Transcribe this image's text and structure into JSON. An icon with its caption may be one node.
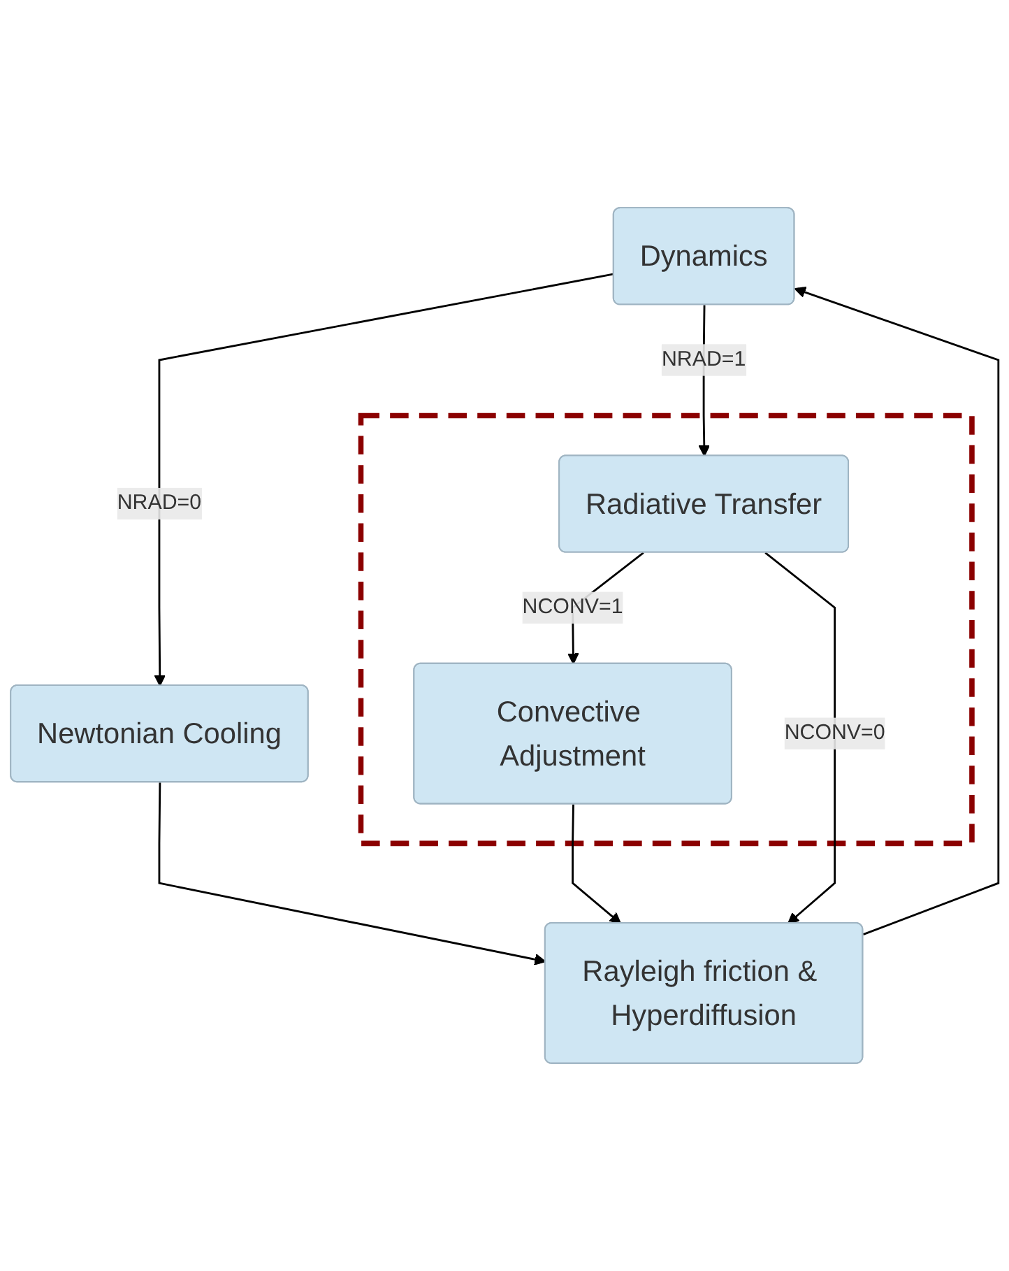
{
  "diagram": {
    "nodes": [
      {
        "text": [
          "Dynamics"
        ]
      },
      {
        "text": [
          "Newtonian Cooling"
        ]
      },
      {
        "text": [],
        "shape": "box"
      },
      {
        "text": [
          "Radiative Transfer"
        ],
        "in": 2
      },
      {
        "text": [
          "Convective Adjustment"
        ],
        "in": 2
      },
      {
        "text": [
          "Rayleigh friction & Hyperdiffusion"
        ]
      }
    ],
    "edges": [
      {
        "from": 0,
        "to": 1,
        "arrow": "to",
        "label": "NRAD=0"
      },
      {
        "from": 0,
        "to": 3,
        "arrow": "to",
        "label": "NRAD=1"
      },
      {
        "from": 3,
        "to": 4,
        "arrow": "to",
        "label": "NCONV=1"
      },
      {
        "from": 3,
        "to": 5,
        "arrow": "to",
        "label": "NCONV=0"
      },
      {
        "from": 1,
        "to": 5,
        "arrow": "to"
      },
      {
        "from": 4,
        "to": 5,
        "arrow": "to"
      },
      {
        "from": 5,
        "to": 0,
        "arrow": "to"
      }
    ]
  }
}
